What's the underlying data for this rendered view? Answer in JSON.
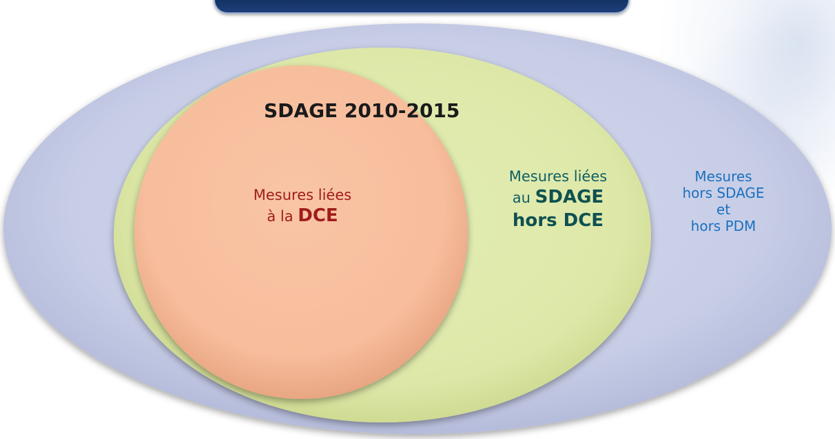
{
  "colors": {
    "outer_ellipse": "#c7cde6",
    "middle_ellipse": "#dde8a8",
    "inner_circle": "#f7bd9c",
    "banner": "#173769",
    "title_text": "#1a1a1a",
    "dce_text": "#a01c1c",
    "sdage_text": "#0f5f66",
    "outer_text": "#1a70bf"
  },
  "title": "SDAGE 2010-2015",
  "inner": {
    "line1": "Mesures liées",
    "line2_prefix": "à la ",
    "line2_bold": "DCE"
  },
  "middle": {
    "line1": "Mesures liées",
    "line2_prefix": "au ",
    "line2_bold": "SDAGE",
    "line3_bold": "hors DCE"
  },
  "outer": {
    "line1": "Mesures",
    "line2": "hors SDAGE",
    "line3": "et",
    "line4": "hors PDM"
  }
}
